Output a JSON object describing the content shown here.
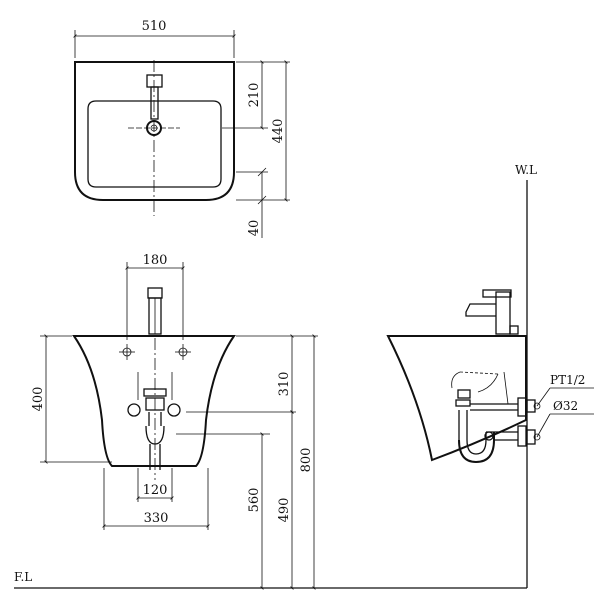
{
  "colors": {
    "line": "#111111",
    "background": "#ffffff"
  },
  "top_view": {
    "width_dim": "510",
    "faucet_offset_dim": "210",
    "depth_dim": "440",
    "lip_dim": "40"
  },
  "front_view": {
    "faucet_holes_dim": "180",
    "bowl_height_dim": "400",
    "drain_spacing_dim": "120",
    "bracket_span_dim": "330",
    "inlet_height_dim": "310",
    "drain_height_dim": "560",
    "inlet_floor_dim": "490",
    "rim_height_dim": "800"
  },
  "side_view": {
    "wall_label": "W.L",
    "supply_label": "PT1/2",
    "drain_label": "Ø32"
  },
  "floor_label": "F.L"
}
